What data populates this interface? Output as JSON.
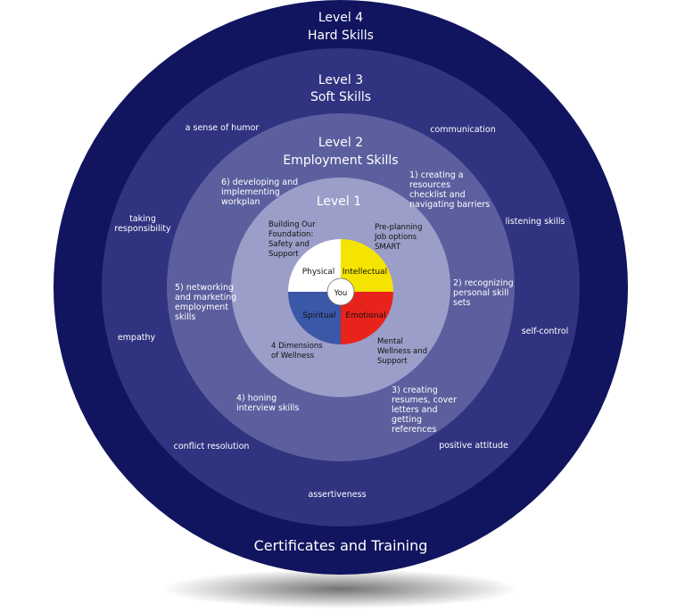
{
  "level4": {
    "title_line1": "Level 4",
    "title_line2": "Hard Skills",
    "bottom_label": "Certificates and Training"
  },
  "level3": {
    "title_line1": "Level 3",
    "title_line2": "Soft Skills",
    "skills": {
      "humor": "a sense of humor",
      "communication": "communication",
      "responsibility_1": "taking",
      "responsibility_2": "responsibility",
      "listening": "listening skills",
      "empathy": "empathy",
      "self_control": "self-control",
      "conflict": "conflict resolution",
      "positive": "positive attitude",
      "assertiveness": "assertiveness"
    }
  },
  "level2": {
    "title_line1": "Level 2",
    "title_line2": "Employment Skills",
    "steps": {
      "step1": [
        "1) creating a",
        "resources",
        "checklist and",
        "navigating barriers"
      ],
      "step2": [
        "2) recognizing",
        "personal skill",
        "sets"
      ],
      "step3": [
        "3) creating",
        "resumes, cover",
        "letters and",
        "getting",
        "references"
      ],
      "step4": [
        "4) honing",
        "interview skills"
      ],
      "step5": [
        "5) networking",
        "and marketing",
        "employment",
        "skills"
      ],
      "step6": [
        "6) developing and",
        "implementing",
        "workplan"
      ]
    }
  },
  "level1": {
    "title": "Level 1",
    "notes": {
      "foundation": [
        "Building Our",
        "Foundation:",
        "Safety and",
        "Support"
      ],
      "preplanning": [
        "Pre-planning",
        "Job options",
        "SMART"
      ],
      "dimensions": [
        "4 Dimensions",
        "of Wellness"
      ],
      "mental": [
        "Mental",
        "Wellness and",
        "Support"
      ]
    }
  },
  "wheel": {
    "center": "You",
    "quadrants": {
      "physical": "Physical",
      "intellectual": "Intellectual",
      "spiritual": "Spiritual",
      "emotional": "Emotional"
    }
  },
  "colors": {
    "level4": "#11145e",
    "level3": "#2f3380",
    "level2": "#5c5f9e",
    "level1": "#9b9ec8",
    "physical": "#ffffff",
    "intellectual": "#f5e400",
    "spiritual": "#3b57a8",
    "emotional": "#e8231c"
  }
}
